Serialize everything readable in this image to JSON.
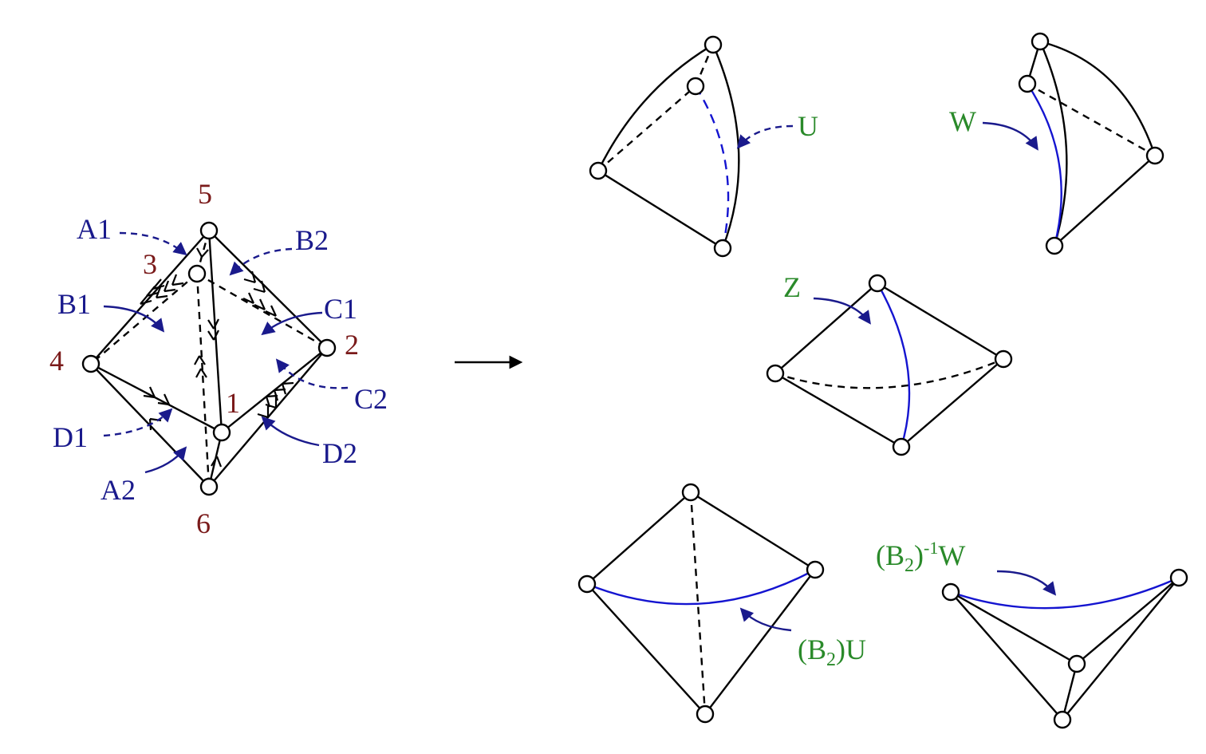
{
  "vertex_labels": {
    "v5": "5",
    "v3": "3",
    "v4": "4",
    "v2": "2",
    "v1": "1",
    "v6": "6"
  },
  "face_labels": {
    "a1": "A1",
    "b2": "B2",
    "b1": "B1",
    "c1": "C1",
    "c2": "C2",
    "d1": "D1",
    "d2": "D2",
    "a2": "A2"
  },
  "piece_labels": {
    "u": "U",
    "w": "W",
    "z": "Z",
    "b2u_open": "(B",
    "b2u_sub": "2",
    "b2u_close": ")U",
    "b2w_open": "(B",
    "b2w_sub": "2",
    "b2w_close": ")",
    "b2w_sup": "-1",
    "b2w_tail": "W"
  },
  "colors": {
    "vertex_number": "#7a1a1a",
    "face_label": "#1a1a8c",
    "piece_label": "#2a8a2a",
    "highlight_edge": "#1414d0"
  }
}
